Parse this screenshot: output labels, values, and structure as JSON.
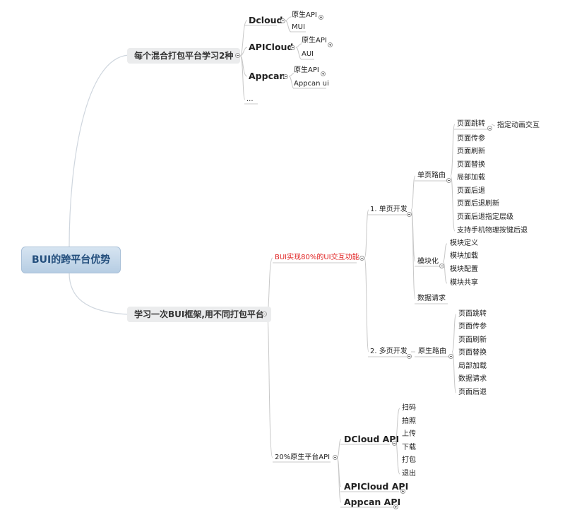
{
  "root": {
    "label": "BUI的跨平台优势"
  },
  "branches": {
    "b1": {
      "label": "每个混合打包平台学习2种"
    },
    "dcloud": {
      "label": "Dcloud",
      "items": [
        "原生API",
        "MUI"
      ]
    },
    "apicloud": {
      "label": "APICloud",
      "items": [
        "原生API",
        "AUI"
      ]
    },
    "appcan": {
      "label": "Appcan",
      "items": [
        "原生API",
        "Appcan ui"
      ]
    },
    "more": {
      "label": "..."
    },
    "b2": {
      "label": "学习一次BUI框架,用不同打包平台"
    },
    "ui80": {
      "label": "BUI实现80%的UI交互功能"
    },
    "single": {
      "label": "1. 单页开发"
    },
    "routing": {
      "label": "单页路由",
      "items": [
        "页面跳转",
        "页面传参",
        "页面刷新",
        "页面替换",
        "局部加载",
        "页面后退",
        "页面后退刷新",
        "页面后退指定层级",
        "支持手机物理按键后退"
      ],
      "jump_child": "指定动画交互"
    },
    "module": {
      "label": "模块化",
      "items": [
        "模块定义",
        "模块加载",
        "模块配置",
        "模块共享"
      ]
    },
    "datareq": {
      "label": "数据请求"
    },
    "multi": {
      "label": "2. 多页开发"
    },
    "native_routing": {
      "label": "原生路由",
      "items": [
        "页面跳转",
        "页面传参",
        "页面刷新",
        "页面替换",
        "局部加载",
        "数据请求",
        "页面后退"
      ]
    },
    "api20": {
      "label": "20%原生平台API"
    },
    "dcloud_api": {
      "label": "DCloud API",
      "items": [
        "扫码",
        "拍照",
        "上传",
        "下载",
        "打包",
        "退出"
      ]
    },
    "apicloud_api": {
      "label": "APICloud  API"
    },
    "appcan_api": {
      "label": "Appcan  API"
    }
  }
}
